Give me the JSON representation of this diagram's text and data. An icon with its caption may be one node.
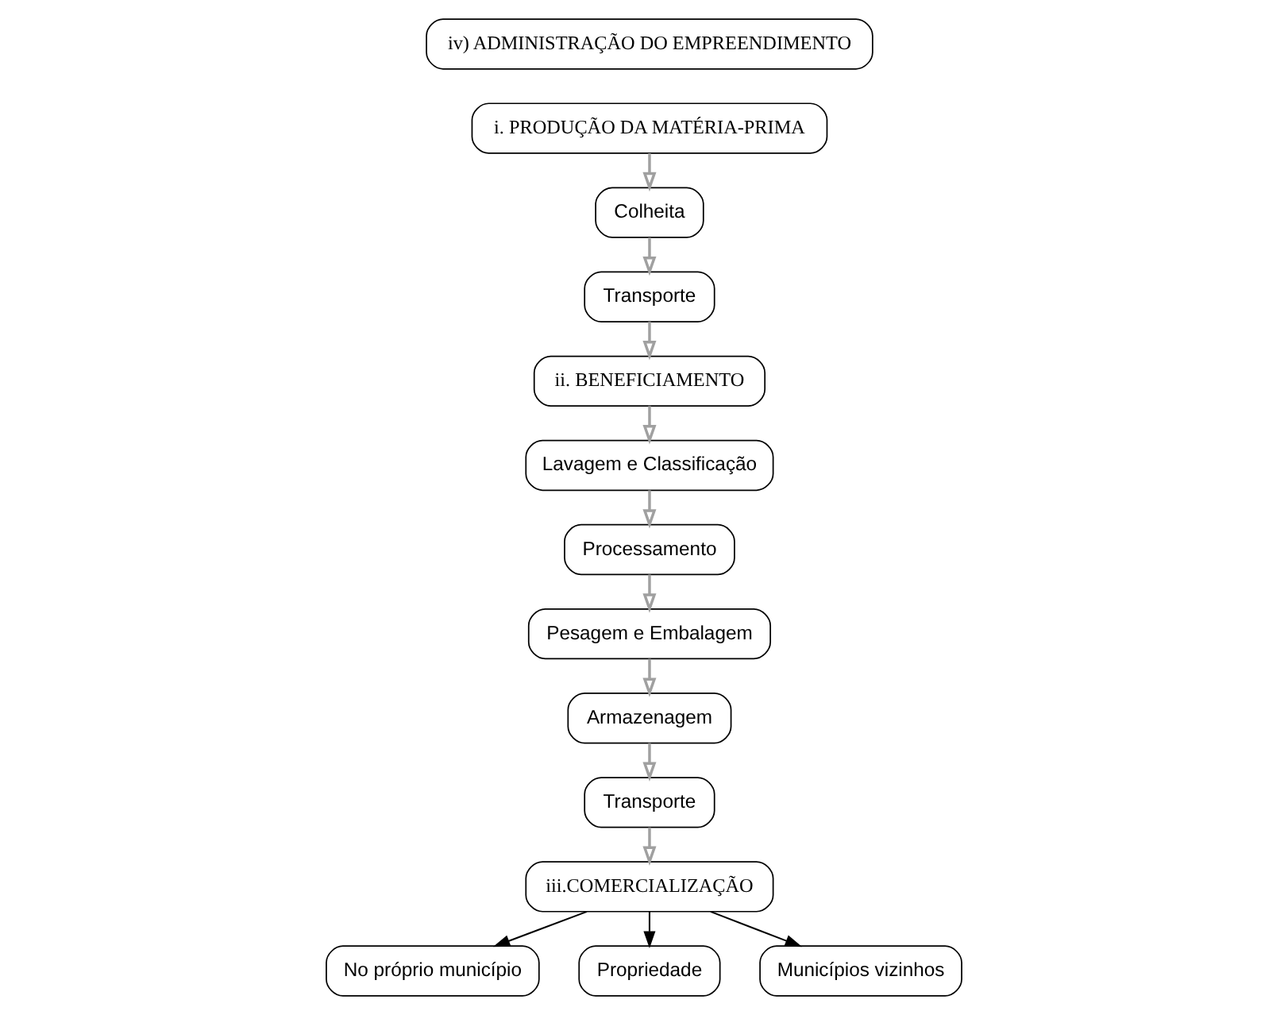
{
  "diagram": {
    "nodes": [
      {
        "text": [
          "iv) ADMINISTRAÇÃO DO EMPREENDIMENTO"
        ]
      },
      {
        "text": [
          "i. PRODUÇÃO DA MATÉRIA-PRIMA"
        ]
      },
      {
        "text": [
          "Colheita"
        ]
      },
      {
        "text": [
          "Transporte"
        ]
      },
      {
        "text": [
          "ii. BENEFICIAMENTO"
        ]
      },
      {
        "text": [
          "Lavagem e Classificação"
        ]
      },
      {
        "text": [
          "Processamento"
        ]
      },
      {
        "text": [
          "Pesagem e Embalagem"
        ]
      },
      {
        "text": [
          "Armazenagem"
        ]
      },
      {
        "text": [
          "Transporte"
        ]
      },
      {
        "text": [
          "iii.COMERCIALIZAÇÃO"
        ]
      },
      {
        "text": [
          "No próprio município"
        ]
      },
      {
        "text": [
          "Propriedade"
        ]
      },
      {
        "text": [
          "Municípios vizinhos"
        ]
      }
    ],
    "edges": [
      {
        "from": 1,
        "to": 2,
        "arrow": "to"
      },
      {
        "from": 2,
        "to": 3,
        "arrow": "to"
      },
      {
        "from": 3,
        "to": 4,
        "arrow": "to"
      },
      {
        "from": 4,
        "to": 5,
        "arrow": "to"
      },
      {
        "from": 5,
        "to": 6,
        "arrow": "to"
      },
      {
        "from": 6,
        "to": 7,
        "arrow": "to"
      },
      {
        "from": 7,
        "to": 8,
        "arrow": "to"
      },
      {
        "from": 8,
        "to": 9,
        "arrow": "to"
      },
      {
        "from": 9,
        "to": 10,
        "arrow": "to"
      },
      {
        "from": 10,
        "to": 11,
        "arrow": "to",
        "color": "#000000"
      },
      {
        "from": 10,
        "to": 12,
        "arrow": "to",
        "color": "#000000"
      },
      {
        "from": 10,
        "to": 13,
        "arrow": "to",
        "color": "#000000"
      }
    ]
  }
}
